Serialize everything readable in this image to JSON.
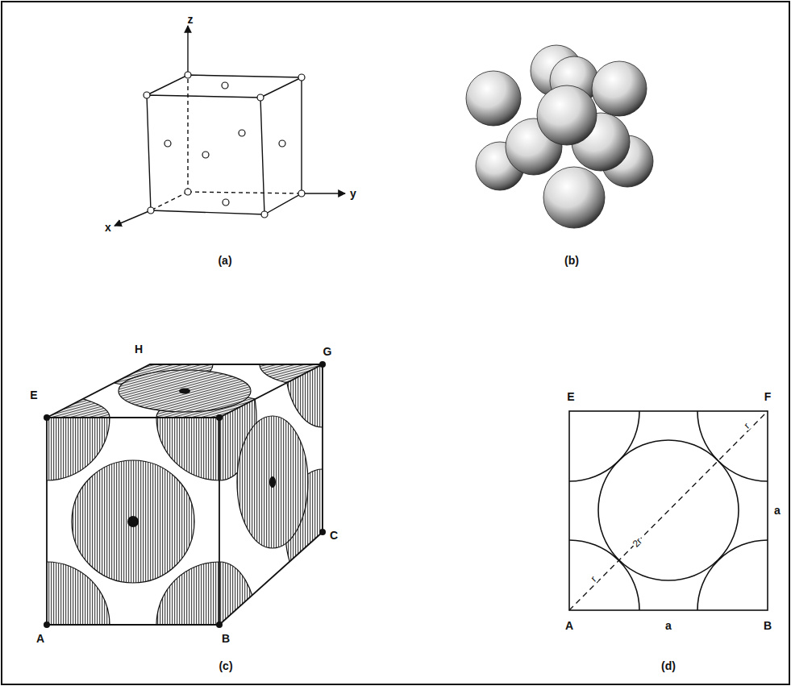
{
  "diagram": {
    "labels": [
      "z",
      "y",
      "x",
      "(a)",
      "(b)",
      "H",
      "G",
      "E",
      "C",
      "A",
      "B",
      "(c)",
      "E",
      "F",
      "r",
      "2r",
      "a",
      "r",
      "A",
      "a",
      "B",
      "(d)"
    ]
  }
}
